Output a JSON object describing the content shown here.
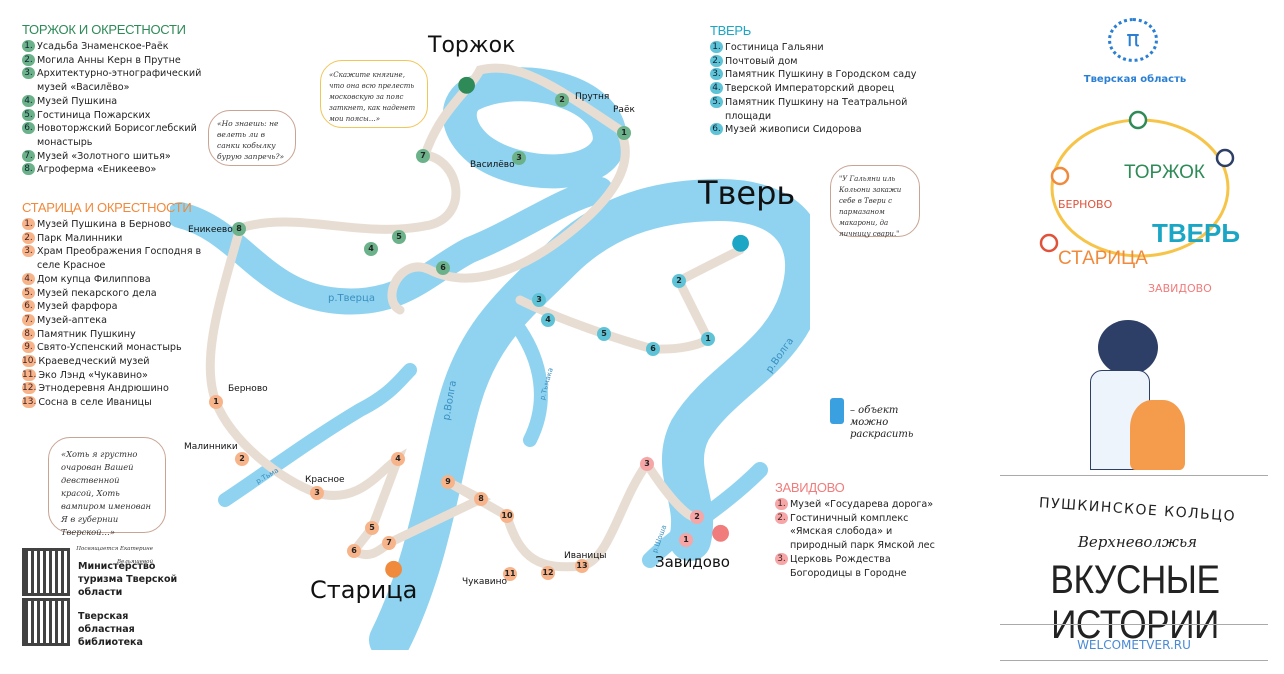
{
  "torzhok": {
    "title": "ТОРЖОК И ОКРЕСТНОСТИ",
    "color": "#2e8b57",
    "items": [
      "Усадьба Знаменское-Раёк",
      "Могила Анны Керн в Прутне",
      "Архитектурно-этнографический музей «Василёво»",
      "Музей Пушкина",
      "Гостиница Пожарских",
      "Новоторжский Борисоглебский монастырь",
      "Музей «Золотного шитья»",
      "Агроферма «Еникеево»"
    ]
  },
  "staritsa": {
    "title": "СТАРИЦА И ОКРЕСТНОСТИ",
    "color": "#f08a3c",
    "items": [
      "Музей Пушкина в Берново",
      "Парк Малинники",
      "Храм Преображения Господня в селе Красное",
      "Дом купца Филиппова",
      "Музей пекарского дела",
      "Музей фарфора",
      "Музей-аптека",
      "Памятник Пушкину",
      "Свято-Успенский монастырь",
      "Краеведческий музей",
      "Эко Лэнд «Чукавино»",
      "Этнодеревня Андрюшино",
      "Сосна в селе Иваницы"
    ]
  },
  "tver": {
    "title": "ТВЕРЬ",
    "color": "#1aa6c4",
    "items": [
      "Гостиница Гальяни",
      "Почтовый дом",
      "Памятник Пушкину в Городском саду",
      "Тверской Императорский дворец",
      "Памятник Пушкину на Театральной площади",
      "Музей живописи Сидорова"
    ]
  },
  "zavidovo": {
    "title": "ЗАВИДОВО",
    "color": "#f07c7c",
    "items": [
      "Музей «Государева дорога»",
      "Гостиничный комплекс «Ямская слобода» и природный парк Ямской лес",
      "Церковь Рождества Богородицы в Городне"
    ]
  },
  "quotes": {
    "pushkin_tver": "«Хоть я грустно очарован Вашей девственной красой, Хоть вампиром именован Я в губернии Тверской…»",
    "dedication": "Посвящается Екатерине Вельяшевой",
    "sleigh": "«Но знаешь: не велеть ли в санки кобылку бурую запречь?»",
    "princess": "«Скажите княгине, что она всю прелесть московскую за пояс заткнет, как наденет мои поясы…»",
    "galyani": "\"У Гальяни иль Кольони закажи себе в Твери с пармазаном макарони, да яичницу свари.\""
  },
  "coloring_note": "– объект можно раскрасить",
  "qr": [
    "Министерство туризма Тверской области",
    "Тверская областная библиотека"
  ],
  "map": {
    "cities": {
      "torzhok": "Торжок",
      "tver": "Тверь",
      "staritsa": "Старица",
      "zavidovo": "Завидово"
    },
    "places": {
      "prutnya": "Прутня",
      "rayok": "Раёк",
      "vasilevo": "Василёво",
      "enikeevo": "Еникеево",
      "bernovo": "Берново",
      "malinniki": "Малинники",
      "krasnoe": "Красное",
      "chukavino": "Чукавино",
      "ivanitsy": "Иваницы"
    },
    "rivers": {
      "tvertsa": "р.Тверца",
      "volga": "р.Волга",
      "tma": "р.Тьма",
      "shosha": "р.Шоша",
      "tmaka": "р.Тьмака"
    }
  },
  "brand": {
    "region": "Тверская область",
    "ring": {
      "torzhok": "ТОРЖОК",
      "bernovo": "БЕРНОВО",
      "tver": "ТВЕРЬ",
      "staritsa": "СТАРИЦА",
      "zavidovo": "ЗАВИДОВО"
    },
    "ring_colors": {
      "torzhok": "#2e8b57",
      "bernovo": "#e0523a",
      "tver": "#1aa6c4",
      "staritsa": "#f08a3c",
      "zavidovo": "#f07c7c",
      "ring": "#f7c44a"
    },
    "title1": "ПУШКИНСКОЕ КОЛЬЦО",
    "title2": "Верхневолжья",
    "title3": "ВКУСНЫЕ ИСТОРИИ",
    "url": "WELCOMETVER.RU"
  }
}
